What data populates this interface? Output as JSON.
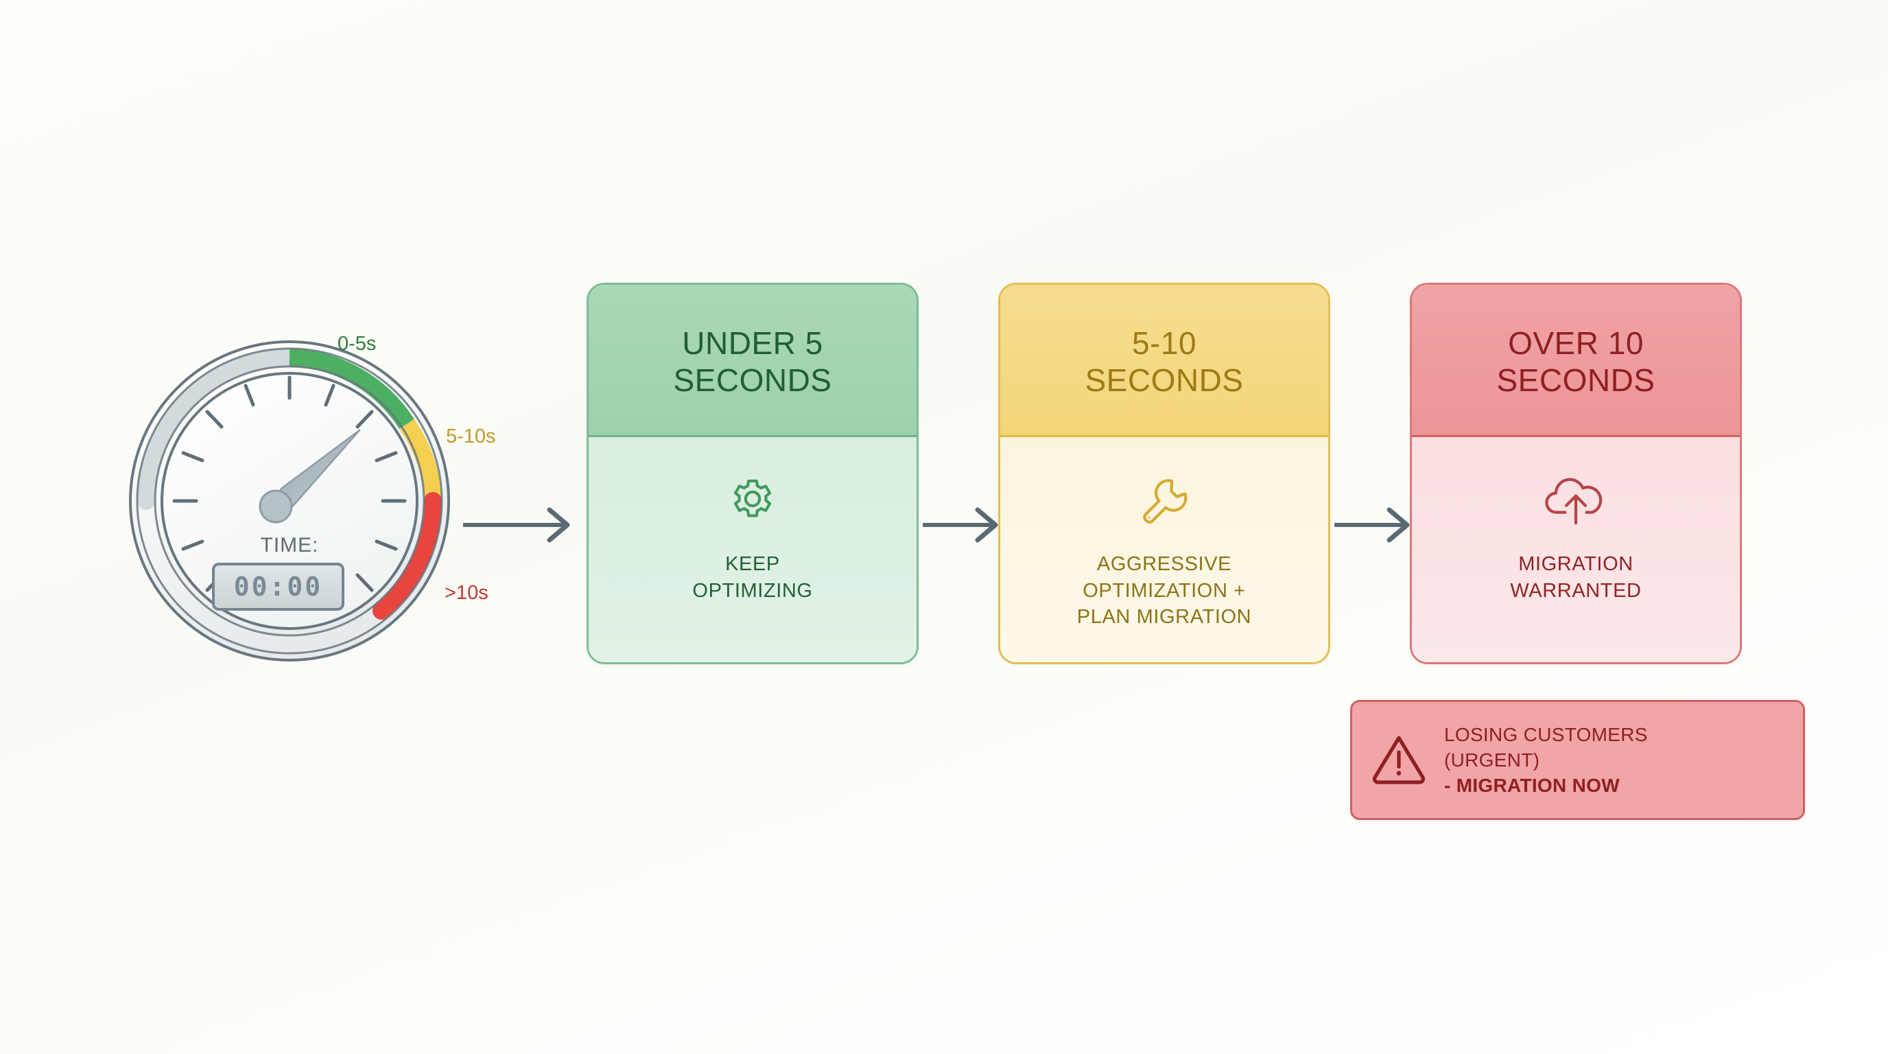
{
  "background_color": "#fbfbf6",
  "gauge": {
    "name": "response-time-gauge",
    "time_caption": "TIME:",
    "display_value": "00:00",
    "range_labels": [
      {
        "id": "green",
        "text": "0-5s",
        "color": "#2f7d3e"
      },
      {
        "id": "yellow",
        "text": "5-10s",
        "color": "#c09b2a"
      },
      {
        "id": "red",
        "text": ">10s",
        "color": "#c0392f"
      }
    ],
    "arc_colors": {
      "inactive": "#d3dade",
      "green": "#4caf62",
      "yellow": "#f5cf4f",
      "red": "#e8453f",
      "rim": "#68767f"
    }
  },
  "arrows": [
    {
      "id": "arrow-gauge-to-green",
      "color": "#5a6a74"
    },
    {
      "id": "arrow-green-to-yellow",
      "color": "#5a6a74"
    },
    {
      "id": "arrow-yellow-to-red",
      "color": "#5a6a74"
    }
  ],
  "cards": [
    {
      "id": "under-5-seconds",
      "title_line1": "UNDER 5",
      "title_line2": "SECONDS",
      "icon": "gear-icon",
      "action_line1": "KEEP",
      "action_line2": "OPTIMIZING",
      "action_line3": "",
      "accent": "#7dbd92",
      "header_bg": "#a9d8b8",
      "body_bg": "#dceee2",
      "text_color": "#205e33"
    },
    {
      "id": "5-10-seconds",
      "title_line1": "5-10",
      "title_line2": "SECONDS",
      "icon": "wrench-icon",
      "action_line1": "AGGRESSIVE",
      "action_line2": "OPTIMIZATION +",
      "action_line3": "PLAN MIGRATION",
      "accent": "#e3bf52",
      "header_bg": "#f5da88",
      "body_bg": "#fbf5e1",
      "text_color": "#9c7b15"
    },
    {
      "id": "over-10-seconds",
      "title_line1": "OVER 10",
      "title_line2": "SECONDS",
      "icon": "cloud-upload-icon",
      "action_line1": "MIGRATION",
      "action_line2": "WARRANTED",
      "action_line3": "",
      "accent": "#d9787c",
      "header_bg": "#ef9ea1",
      "body_bg": "#fbe2e4",
      "text_color": "#8f1f22"
    }
  ],
  "alert": {
    "icon": "warning-triangle-icon",
    "line1": "LOSING CUSTOMERS",
    "line2": "(URGENT)",
    "line3": "- MIGRATION NOW",
    "bg": "#f1a5a7",
    "border": "#cf6064",
    "text_color": "#8f1f22"
  }
}
